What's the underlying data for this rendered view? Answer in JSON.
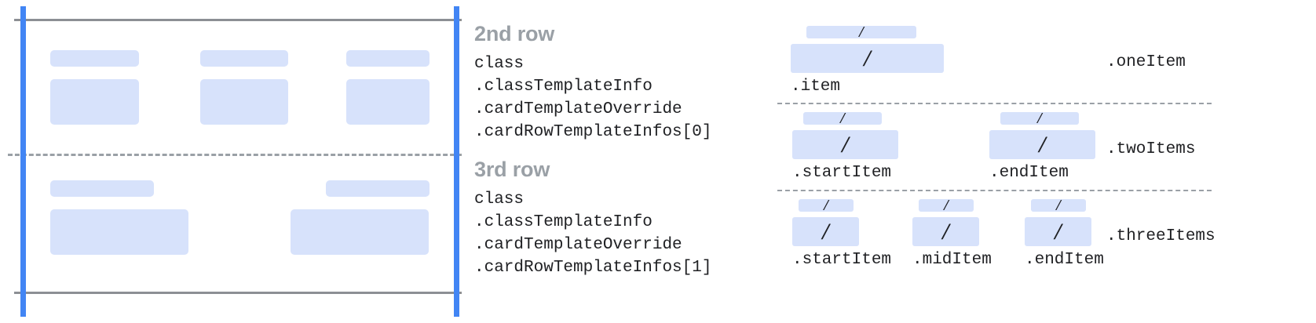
{
  "diagram": {
    "title_type": "card-row-template-reference",
    "colors": {
      "block_fill": "#d7e2fb",
      "guide_blue": "#4285f4",
      "guide_gray": "#8c8f94",
      "dash_gray": "#9aa0a6",
      "text": "#202124",
      "heading": "#9aa0a6"
    }
  },
  "left_diagram": {
    "row_top_rule": "solid-guide-line",
    "row_divider": "dashed-divider",
    "row_bottom_rule": "solid-guide-line",
    "start_edge": "blue-start-guide",
    "end_edge": "blue-end-guide",
    "rows": [
      {
        "name": "2nd row",
        "columns": [
          {
            "label_block": "label-placeholder",
            "value_block": "value-placeholder"
          },
          {
            "label_block": "label-placeholder",
            "value_block": "value-placeholder"
          },
          {
            "label_block": "label-placeholder",
            "value_block": "value-placeholder"
          }
        ]
      },
      {
        "name": "3rd row",
        "columns": [
          {
            "label_block": "label-placeholder",
            "value_block": "value-placeholder"
          },
          {
            "label_block": "label-placeholder",
            "value_block": "value-placeholder"
          }
        ]
      }
    ]
  },
  "middle_panel": {
    "blocks": [
      {
        "heading": "2nd row",
        "lines": [
          "class",
          ".classTemplateInfo",
          ".cardTemplateOverride",
          ".cardRowTemplateInfos[0]"
        ]
      },
      {
        "heading": "3rd row",
        "lines": [
          "class",
          ".classTemplateInfo",
          ".cardTemplateOverride",
          ".cardRowTemplateInfos[1]"
        ]
      }
    ]
  },
  "right_panel": {
    "groups": [
      {
        "group_label": ".oneItem",
        "items": [
          {
            "caption": ".item",
            "slash": "/"
          }
        ]
      },
      {
        "group_label": ".twoItems",
        "items": [
          {
            "caption": ".startItem",
            "slash": "/"
          },
          {
            "caption": ".endItem",
            "slash": "/"
          }
        ]
      },
      {
        "group_label": ".threeItems",
        "items": [
          {
            "caption": ".startItem",
            "slash": "/"
          },
          {
            "caption": ".midItem",
            "slash": "/"
          },
          {
            "caption": ".endItem",
            "slash": "/"
          }
        ]
      }
    ],
    "separators": 2
  }
}
